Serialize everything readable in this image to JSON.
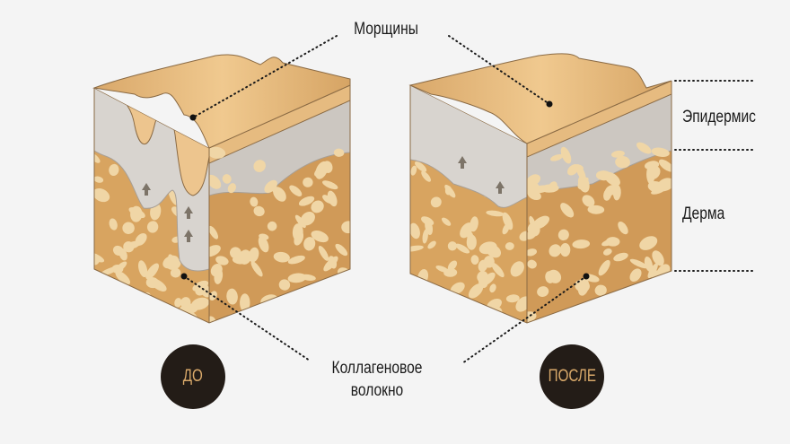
{
  "labels": {
    "wrinkles": "Морщины",
    "epidermis": "Эпидермис",
    "dermis": "Дерма",
    "collagen_line1": "Коллагеновое",
    "collagen_line2": "волокно"
  },
  "badges": {
    "before": "ДО",
    "after": "ПОСЛЕ"
  },
  "colors": {
    "background": "#f4f4f4",
    "epidermis_top": "#e2b57c",
    "epidermis_gray": "#d6d3cf",
    "dermis": "#d8a460",
    "collagen_fiber": "#f0d6a6",
    "badge": "#231c17",
    "badge_text": "#d9a96a"
  }
}
